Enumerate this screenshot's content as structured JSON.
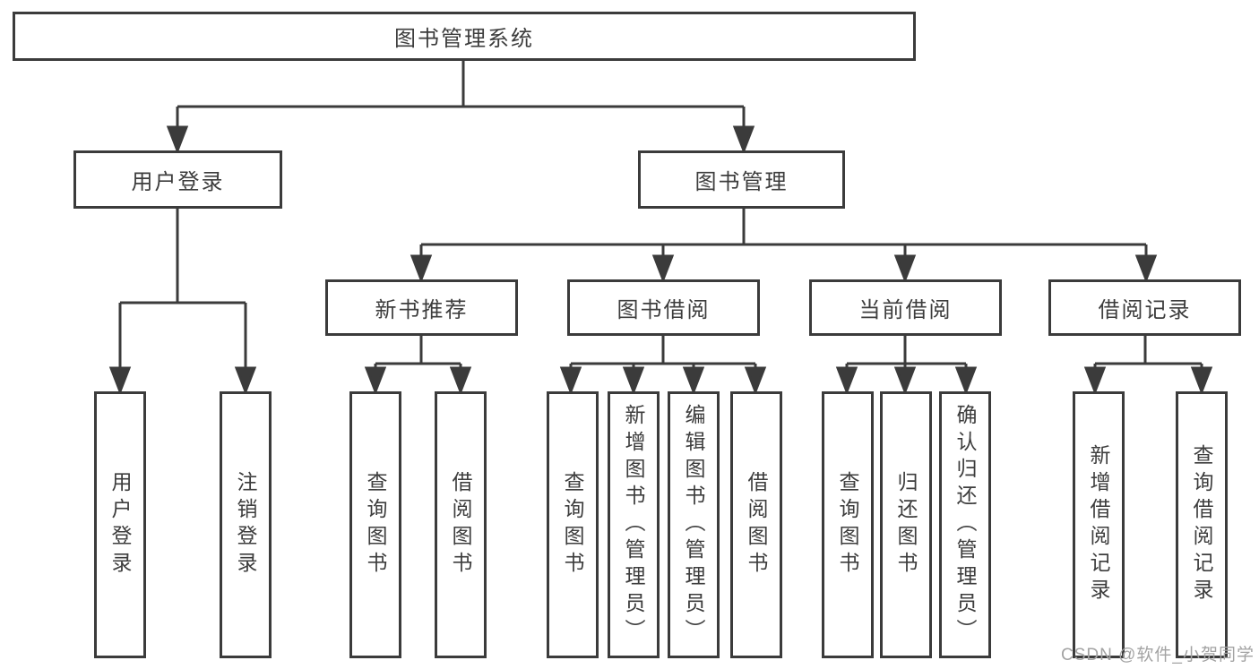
{
  "diagram": {
    "root": {
      "label": "图书管理系统",
      "children": [
        {
          "label": "用户登录",
          "children": [
            {
              "label": "用户登录"
            },
            {
              "label": "注销登录"
            }
          ]
        },
        {
          "label": "图书管理",
          "children": [
            {
              "label": "新书推荐",
              "children": [
                {
                  "label": "查询图书"
                },
                {
                  "label": "借阅图书"
                }
              ]
            },
            {
              "label": "图书借阅",
              "children": [
                {
                  "label": "查询图书"
                },
                {
                  "label": "新增图书（管理员）"
                },
                {
                  "label": "编辑图书（管理员）"
                },
                {
                  "label": "借阅图书"
                }
              ]
            },
            {
              "label": "当前借阅",
              "children": [
                {
                  "label": "查询图书"
                },
                {
                  "label": "归还图书"
                },
                {
                  "label": "确认归还（管理员）"
                }
              ]
            },
            {
              "label": "借阅记录",
              "children": [
                {
                  "label": "新增借阅记录"
                },
                {
                  "label": "查询借阅记录"
                }
              ]
            }
          ]
        }
      ]
    }
  },
  "watermark": {
    "text": "CSDN @软件_小贺同学"
  },
  "colors": {
    "line": "#3b3b3b",
    "text": "#3d3d3d",
    "watermark": "#a3a3a3",
    "background": "#ffffff"
  }
}
